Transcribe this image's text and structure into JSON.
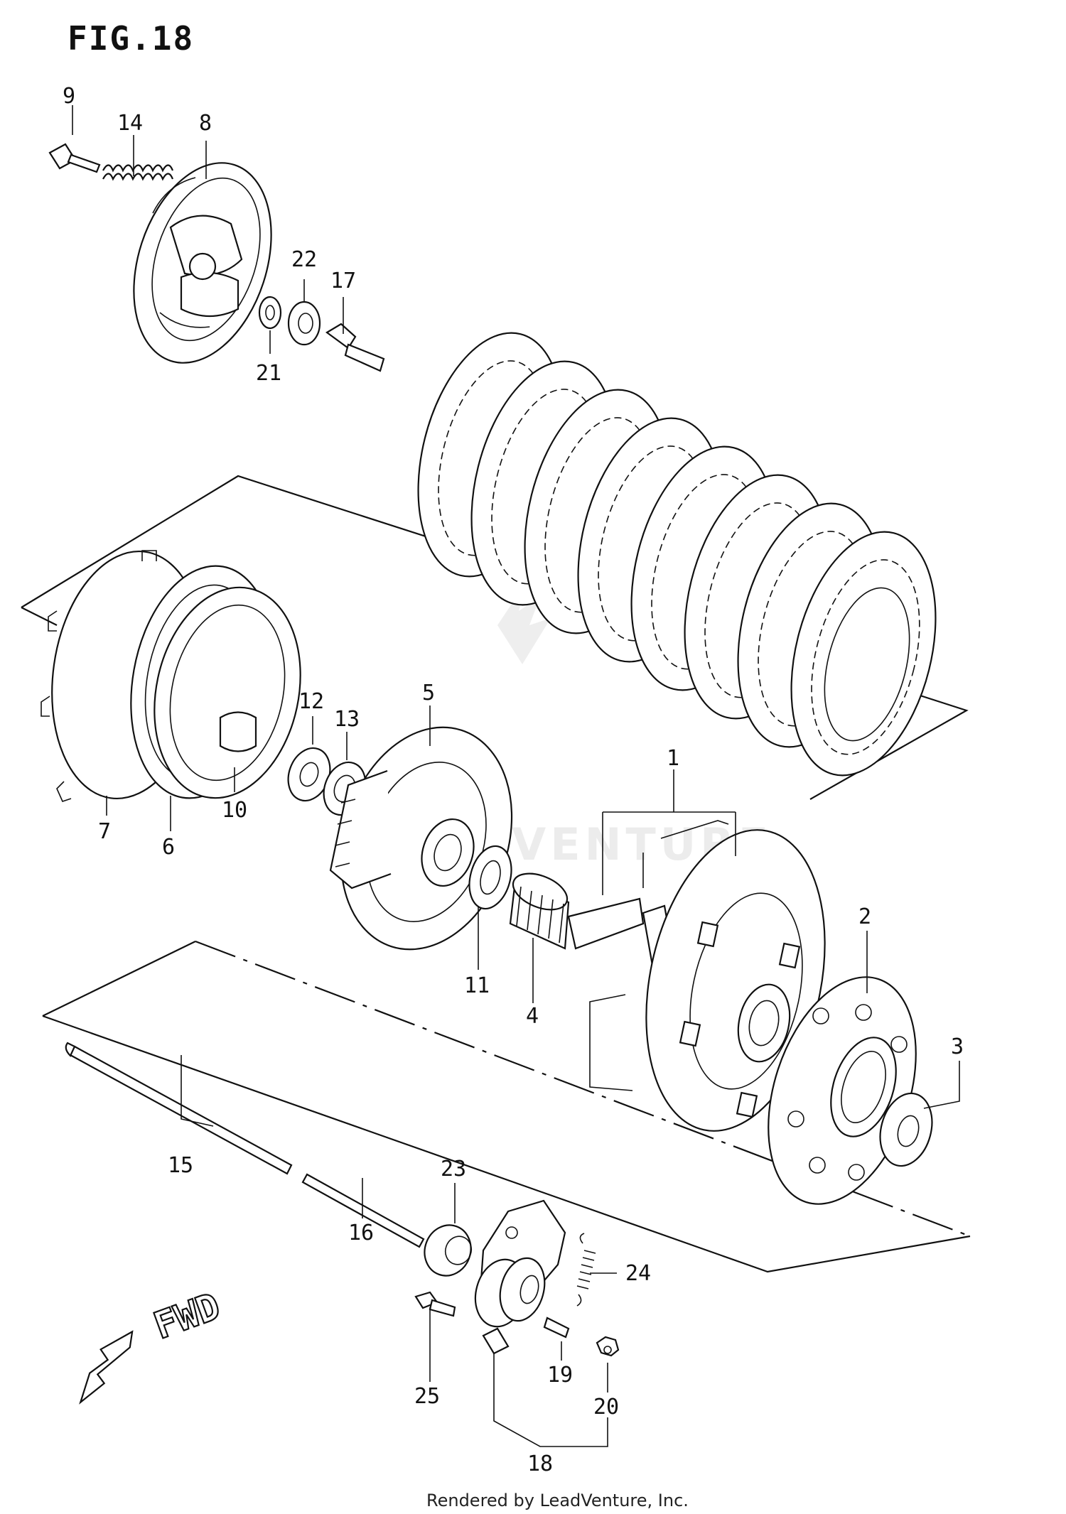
{
  "figure_title": "FIG.18",
  "direction_label": "FWD",
  "watermark": "LEADVENTURE",
  "credit": "Rendered by LeadVenture, Inc.",
  "parts": [
    {
      "id": "1",
      "label": "1"
    },
    {
      "id": "2",
      "label": "2"
    },
    {
      "id": "3",
      "label": "3"
    },
    {
      "id": "4",
      "label": "4"
    },
    {
      "id": "5",
      "label": "5"
    },
    {
      "id": "6",
      "label": "6"
    },
    {
      "id": "7",
      "label": "7"
    },
    {
      "id": "8",
      "label": "8"
    },
    {
      "id": "9",
      "label": "9"
    },
    {
      "id": "10",
      "label": "10"
    },
    {
      "id": "11",
      "label": "11"
    },
    {
      "id": "12",
      "label": "12"
    },
    {
      "id": "13",
      "label": "13"
    },
    {
      "id": "14",
      "label": "14"
    },
    {
      "id": "15",
      "label": "15"
    },
    {
      "id": "16",
      "label": "16"
    },
    {
      "id": "17",
      "label": "17"
    },
    {
      "id": "18",
      "label": "18"
    },
    {
      "id": "19",
      "label": "19"
    },
    {
      "id": "20",
      "label": "20"
    },
    {
      "id": "21",
      "label": "21"
    },
    {
      "id": "22",
      "label": "22"
    },
    {
      "id": "23",
      "label": "23"
    },
    {
      "id": "24",
      "label": "24"
    },
    {
      "id": "25",
      "label": "25"
    }
  ]
}
